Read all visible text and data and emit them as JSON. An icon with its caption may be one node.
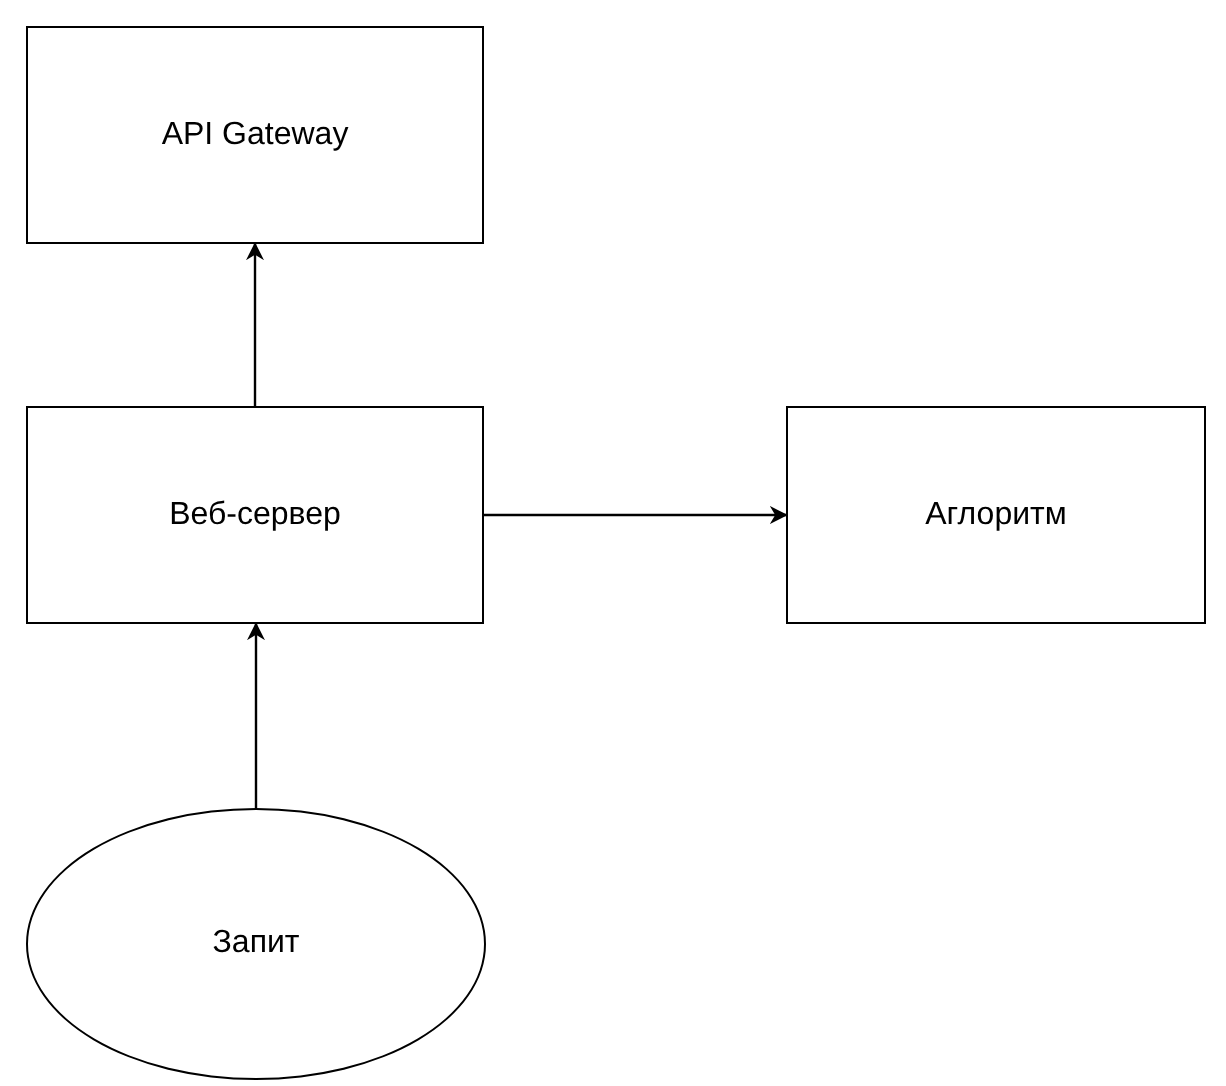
{
  "diagram": {
    "nodes": [
      {
        "text": [
          "API Gateway"
        ]
      },
      {
        "text": [
          "Веб-сервер"
        ]
      },
      {
        "text": [
          "Аглоритм"
        ]
      },
      {
        "text": [
          "Запит"
        ]
      }
    ],
    "edges": [
      {
        "from": 1,
        "to": 0,
        "arrow": "to"
      },
      {
        "from": 1,
        "to": 2,
        "arrow": "to"
      },
      {
        "from": 3,
        "to": 1,
        "arrow": "to"
      }
    ]
  }
}
